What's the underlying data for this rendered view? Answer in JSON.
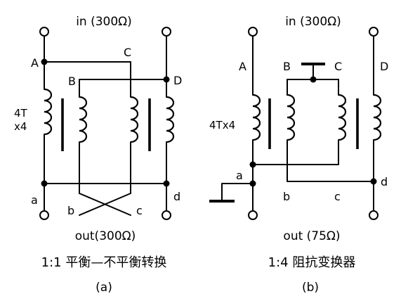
{
  "diagram_a": {
    "input_label": "in (300Ω)",
    "output_label": "out(300Ω)",
    "caption_main": "1:1 平衡—不平衡转换",
    "caption_sub": "(a)",
    "winding_label_line1": "4T",
    "winding_label_line2": "x4",
    "node_labels": {
      "A": "A",
      "B": "B",
      "C": "C",
      "D": "D",
      "a": "a",
      "b": "b",
      "c": "c",
      "d": "d"
    }
  },
  "diagram_b": {
    "input_label": "in (300Ω)",
    "output_label": "out (75Ω)",
    "caption_main": "1:4 阻抗变换器",
    "caption_sub": "(b)",
    "winding_label": "4Tx4",
    "node_labels": {
      "A": "A",
      "B": "B",
      "C": "C",
      "D": "D",
      "a": "a",
      "b": "b",
      "c": "c",
      "d": "d"
    }
  },
  "colors": {
    "line": "#000000",
    "background": "#ffffff"
  }
}
